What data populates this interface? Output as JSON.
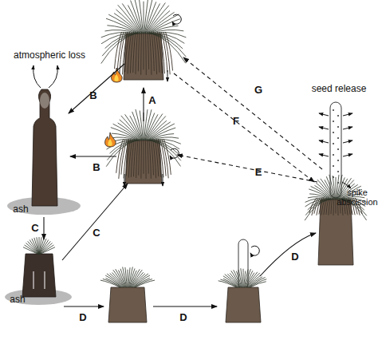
{
  "diagram": {
    "labels": [
      "atmospheric loss",
      "seed release",
      "G",
      "F",
      "A",
      "B",
      "B",
      "E",
      "spike abscission",
      "ash",
      "C",
      "C",
      "ash",
      "D",
      "D",
      "D"
    ]
  }
}
